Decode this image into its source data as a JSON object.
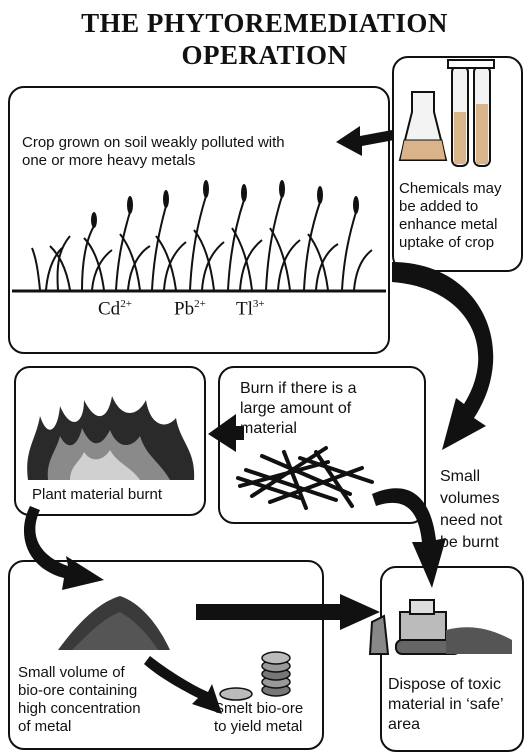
{
  "title": {
    "line1": "THE PHYTOREMEDIATION",
    "line2": "OPERATION"
  },
  "crop_box": {
    "caption_line1": "Crop grown on soil weakly polluted with",
    "caption_line2": "one or more heavy metals",
    "ions": [
      {
        "symbol": "Cd",
        "charge": "2+"
      },
      {
        "symbol": "Pb",
        "charge": "2+"
      },
      {
        "symbol": "Tl",
        "charge": "3+"
      }
    ]
  },
  "chemicals_box": {
    "line1": "Chemicals may",
    "line2": "be added to",
    "line3": "enhance metal",
    "line4": "uptake of crop"
  },
  "burn_box": {
    "line1": "Burn if there is a",
    "line2": "large amount of",
    "line3": "material"
  },
  "fire_box": {
    "caption": "Plant material burnt"
  },
  "small_volumes": {
    "line1": "Small",
    "line2": "volumes",
    "line3": "need not",
    "line4": "be burnt"
  },
  "bio_ore_box": {
    "left_line1": "Small volume of",
    "left_line2": "bio-ore containing",
    "left_line3": "high concentration",
    "left_line4": "of metal",
    "right_line1": "Smelt bio-ore",
    "right_line2": "to yield metal"
  },
  "dispose_box": {
    "line1": "Dispose of toxic",
    "line2": "material in ‘safe’",
    "line3": "area"
  },
  "colors": {
    "ink": "#111111",
    "flask_liquid": "#d9b48a",
    "fire_dark": "#2a2a2a",
    "fire_mid": "#8a8a8a"
  }
}
